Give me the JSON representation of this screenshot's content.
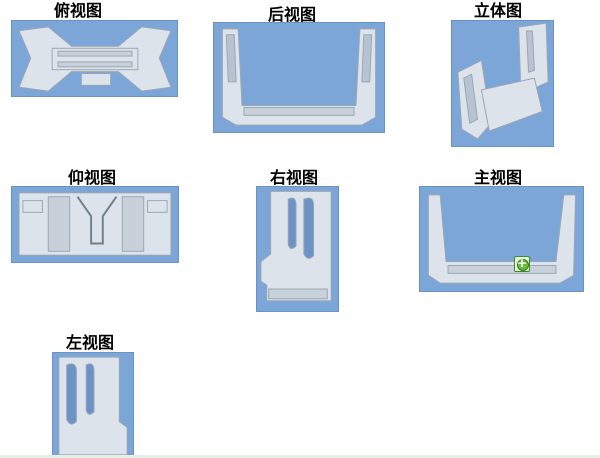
{
  "views": {
    "top": {
      "label": "俯视图"
    },
    "back": {
      "label": "后视图"
    },
    "iso": {
      "label": "立体图"
    },
    "bottom": {
      "label": "仰视图"
    },
    "right": {
      "label": "右视图"
    },
    "front": {
      "label": "主视图"
    },
    "left": {
      "label": "左视图"
    }
  },
  "colors": {
    "thumb_background": "#7da6d8",
    "part_fill": "#dde3ea",
    "part_stroke": "#9aa6b4"
  },
  "icons": {
    "front_overlay": "zoom-plus-icon"
  }
}
